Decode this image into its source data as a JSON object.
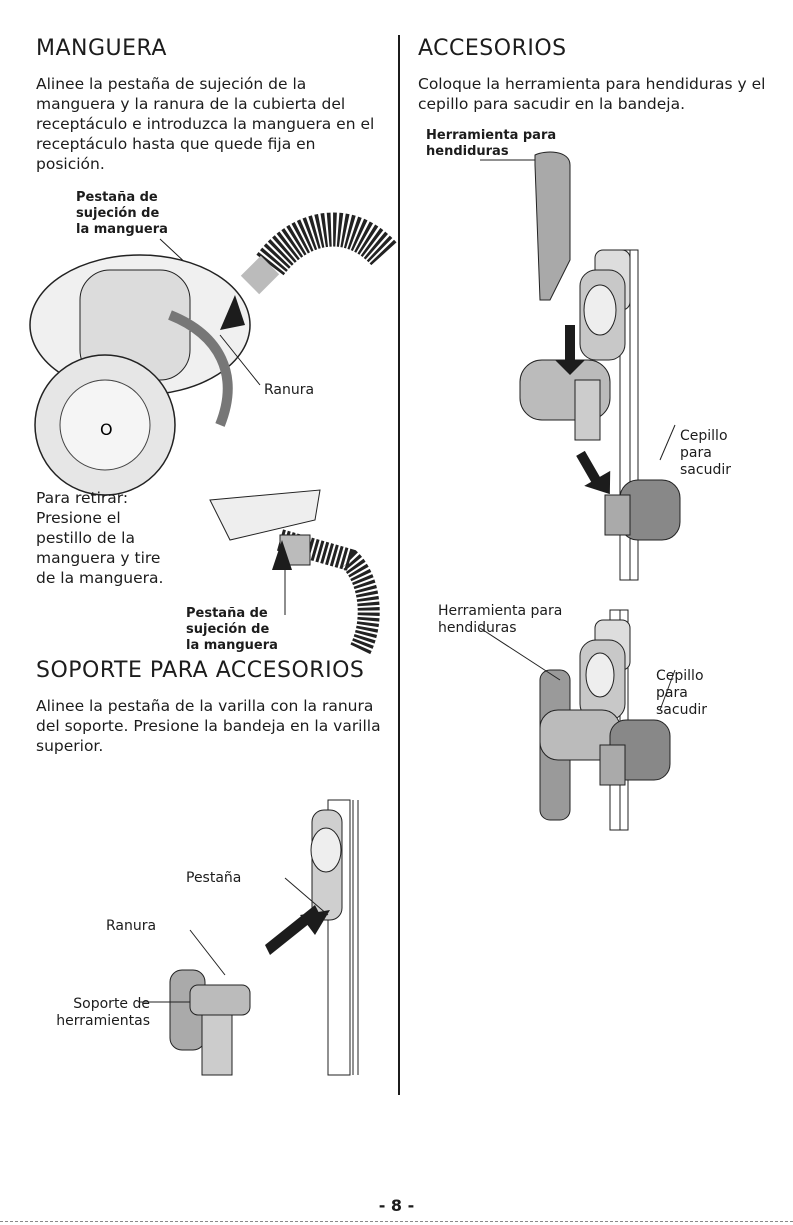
{
  "manguera": {
    "title": "MANGUERA",
    "body": "Alinee la pestaña de sujeción de la manguera y la ranura de la cubierta del receptáculo e introduzca la manguera en el receptáculo hasta que quede fija en posición.",
    "label_pestana": "Pestaña de\nsujeción de\nla manguera",
    "label_ranura": "Ranura",
    "retirar_text": "Para retirar:\nPresione el\npestillo de la\nmanguera y tire\nde la manguera.",
    "label_pestana_2": "Pestaña de\nsujeción de\nla manguera"
  },
  "soporte": {
    "title": "SOPORTE PARA ACCESORIOS",
    "body": "Alinee la pestaña de la varilla con la ranura del soporte. Presione la bandeja en la varilla superior.",
    "label_pestana": "Pestaña",
    "label_ranura": "Ranura",
    "label_soporte": "Soporte de\nherramientas"
  },
  "accesorios": {
    "title": "ACCESORIOS",
    "body": "Coloque la herramienta para hendiduras y el cepillo para sacudir en la bandeja.",
    "label_herramienta_1": "Herramienta para\nhendiduras",
    "label_cepillo_1": "Cepillo\npara\nsacudir",
    "label_herramienta_2": "Herramienta para\nhendiduras",
    "label_cepillo_2": "Cepillo\npara\nsacudir"
  },
  "footer": {
    "page_number": "- 8 -"
  },
  "colors": {
    "text": "#1c1c1c",
    "illustration_gray": "#9a9a9a",
    "illustration_light": "#d6d6d6"
  }
}
